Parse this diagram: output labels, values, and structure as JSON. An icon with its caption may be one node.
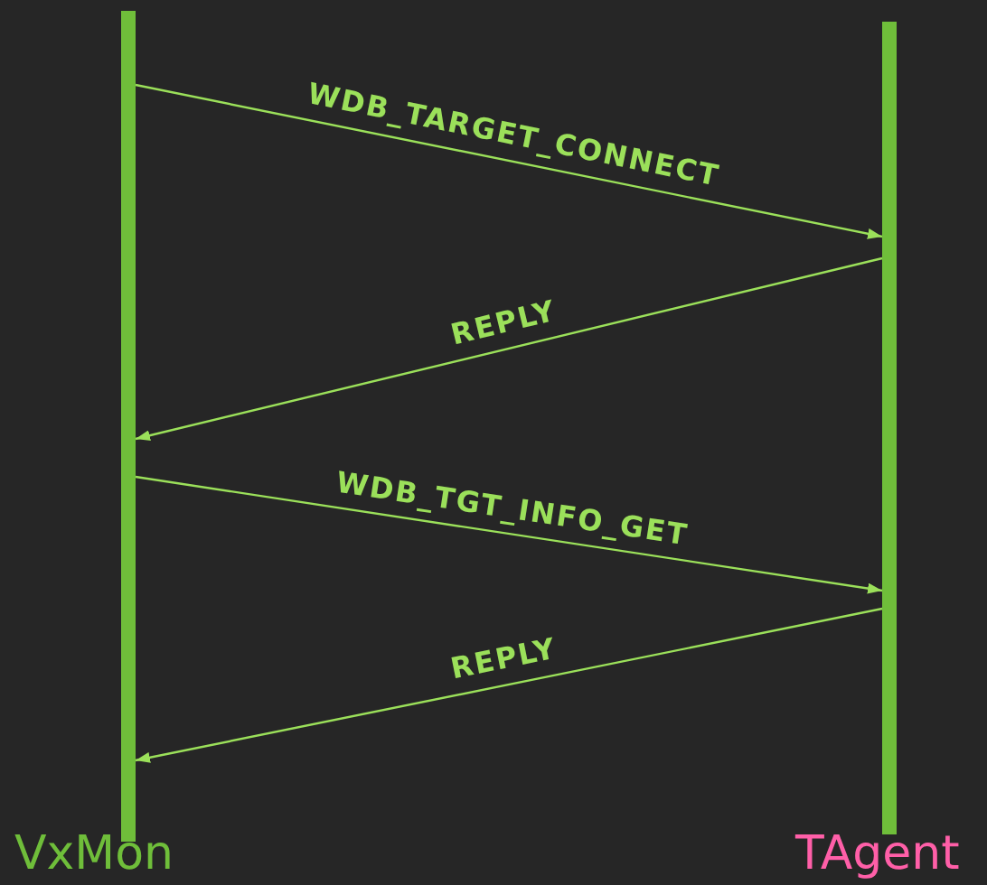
{
  "diagram": {
    "nodes": [
      {
        "text": [
          "VxMon"
        ]
      },
      {
        "text": [
          "TAgent"
        ]
      }
    ],
    "edges": [
      {
        "from": 0,
        "to": 1,
        "arrow": "to",
        "label": "WDB_TARGET_CONNECT"
      },
      {
        "from": 1,
        "to": 0,
        "arrow": "to",
        "label": "REPLY"
      },
      {
        "from": 0,
        "to": 1,
        "arrow": "to",
        "label": "WDB_TGT_INFO_GET"
      },
      {
        "from": 1,
        "to": 0,
        "arrow": "to",
        "label": "REPLY"
      }
    ]
  }
}
